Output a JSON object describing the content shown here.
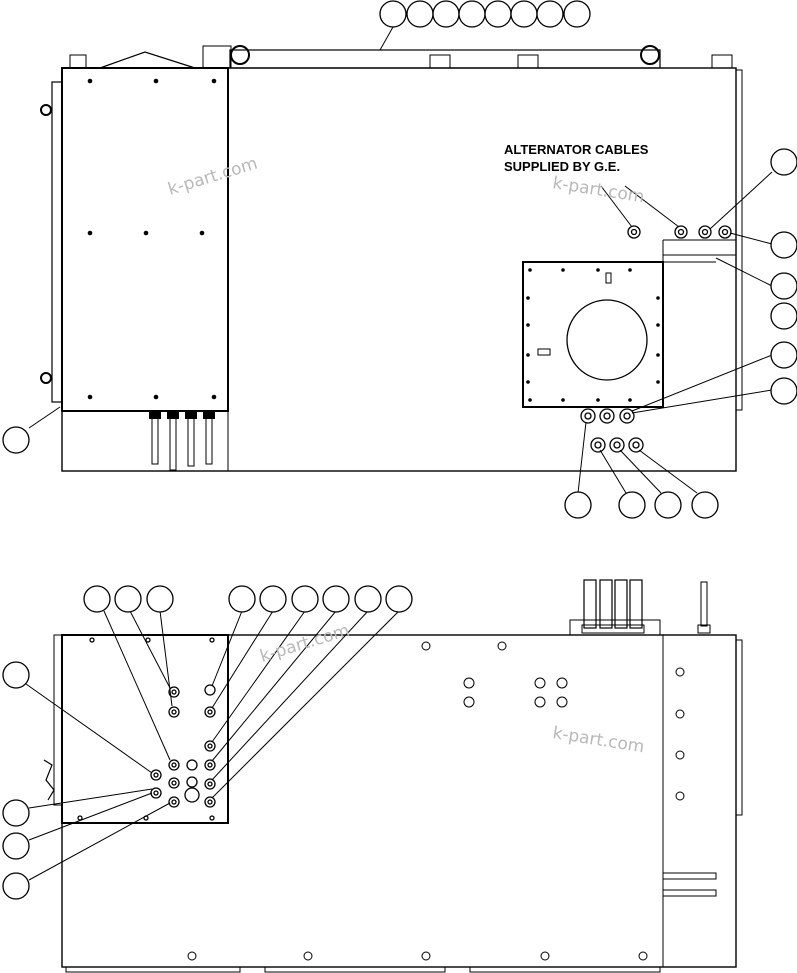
{
  "diagram": {
    "note_lines": [
      "ALTERNATOR CABLES",
      "SUPPLIED BY G.E."
    ],
    "watermark_text": "k-part.com",
    "line_color": "#000000",
    "watermark_color": "#b8b8b8"
  }
}
